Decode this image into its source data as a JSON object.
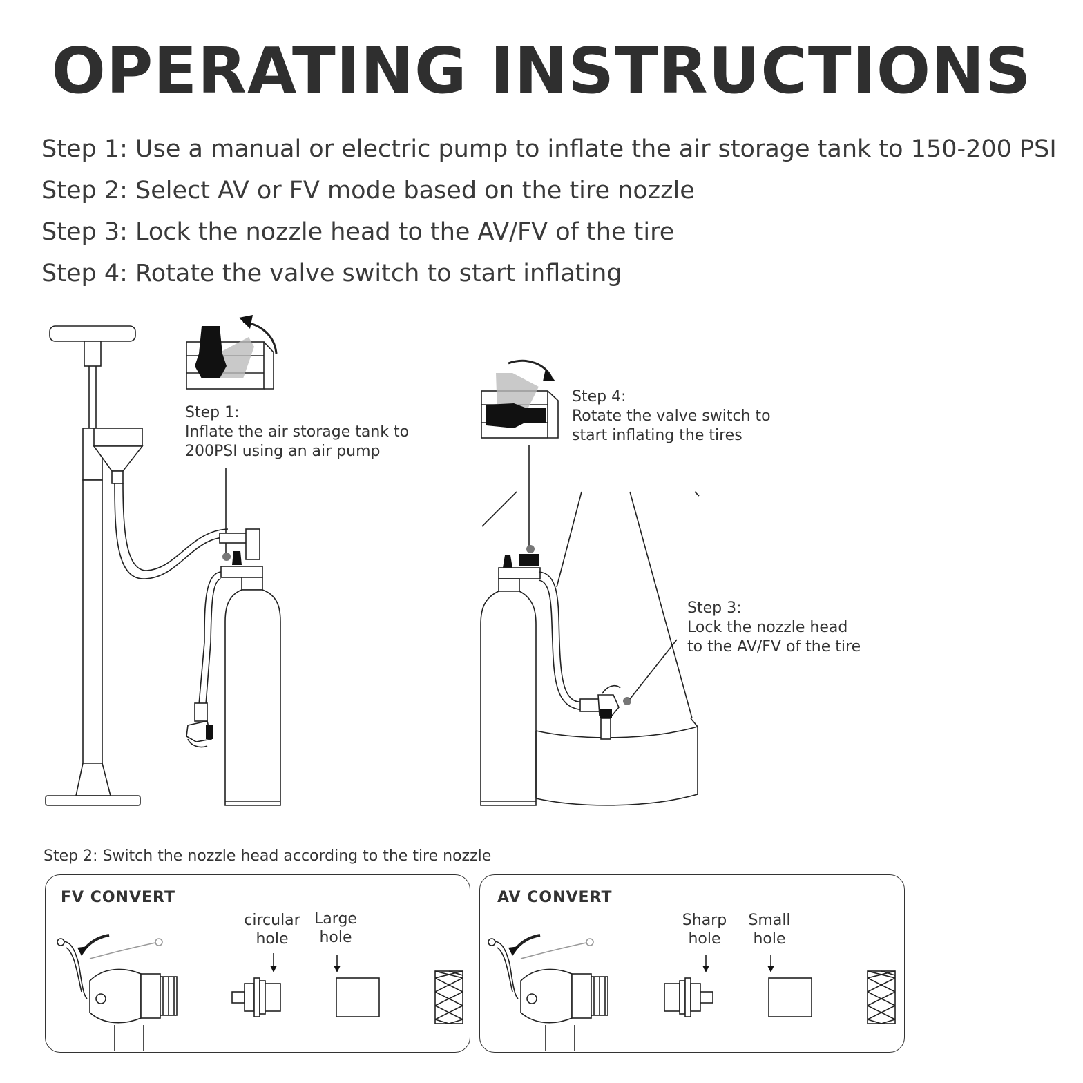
{
  "title": "OPERATING INSTRUCTIONS",
  "steps": [
    "Step 1: Use a manual or electric pump to inflate the air storage tank to 150-200 PSI",
    "Step 2: Select AV or FV mode based on the tire nozzle",
    "Step 3: Lock the nozzle head to the AV/FV of the tire",
    "Step 4: Rotate the valve switch to start inflating"
  ],
  "callouts": {
    "step1": {
      "label": "Step 1:",
      "lines": [
        "Inflate the air storage tank to",
        "200PSI using an air pump"
      ]
    },
    "step4": {
      "label": "Step 4:",
      "lines": [
        "Rotate the valve switch to",
        "start inflating the tires"
      ]
    },
    "step3": {
      "label": "Step 3:",
      "lines": [
        "Lock the nozzle head",
        "to the AV/FV of the tire"
      ]
    }
  },
  "step2": {
    "caption": "Step 2: Switch the nozzle head according to the tire nozzle",
    "fv": {
      "title": "FV CONVERT",
      "hole_a": [
        "circular",
        "hole"
      ],
      "hole_b": [
        "Large",
        "hole"
      ]
    },
    "av": {
      "title": "AV CONVERT",
      "hole_a": [
        "Sharp",
        "hole"
      ],
      "hole_b": [
        "Small",
        "hole"
      ]
    }
  }
}
